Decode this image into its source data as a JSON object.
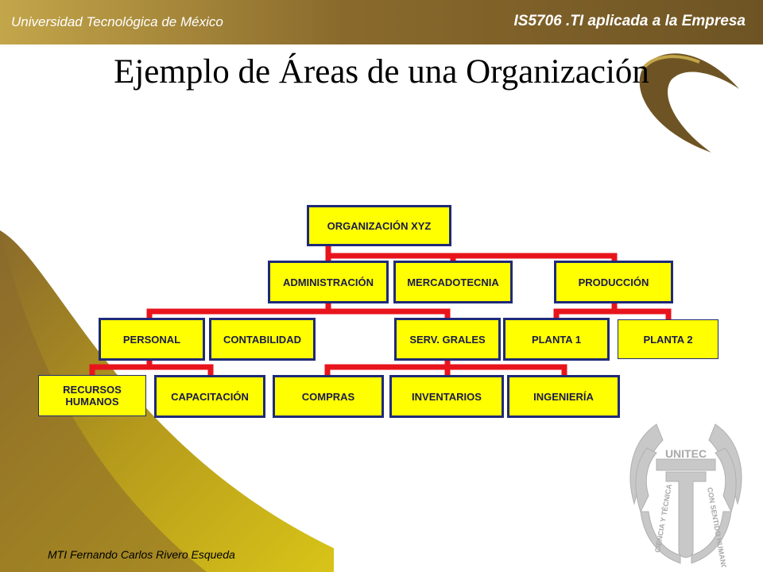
{
  "header": {
    "university": "Universidad Tecnológica de México",
    "course": "IS5706 .TI aplicada a la Empresa"
  },
  "title": "Ejemplo de Áreas de una Organización",
  "footer": {
    "author": "MTI Fernando Carlos Rivero Esqueda"
  },
  "org": {
    "root": "ORGANIZACIÓN XYZ",
    "administracion": "ADMINISTRACIÓN",
    "mercadotecnia": "MERCADOTECNIA",
    "produccion": "PRODUCCIÓN",
    "personal": "PERSONAL",
    "contabilidad": "CONTABILIDAD",
    "serv_grales": "SERV. GRALES",
    "planta1": "PLANTA 1",
    "planta2": "PLANTA 2",
    "recursos_humanos": "RECURSOS HUMANOS",
    "capacitacion": "CAPACITACIÓN",
    "compras": "COMPRAS",
    "inventarios": "INVENTARIOS",
    "ingenieria": "INGENIERÍA"
  },
  "logo": {
    "text": "UNITEC",
    "motto_left": "CIENCIA Y TÉCNICA",
    "motto_right": "CON SENTIDO HUMANO"
  },
  "colors": {
    "header_brown": "#8a6a2c",
    "gold": "#c8b21a",
    "box_fill": "#ffff00",
    "box_border": "#1f2a78",
    "connector": "#e8141c"
  }
}
